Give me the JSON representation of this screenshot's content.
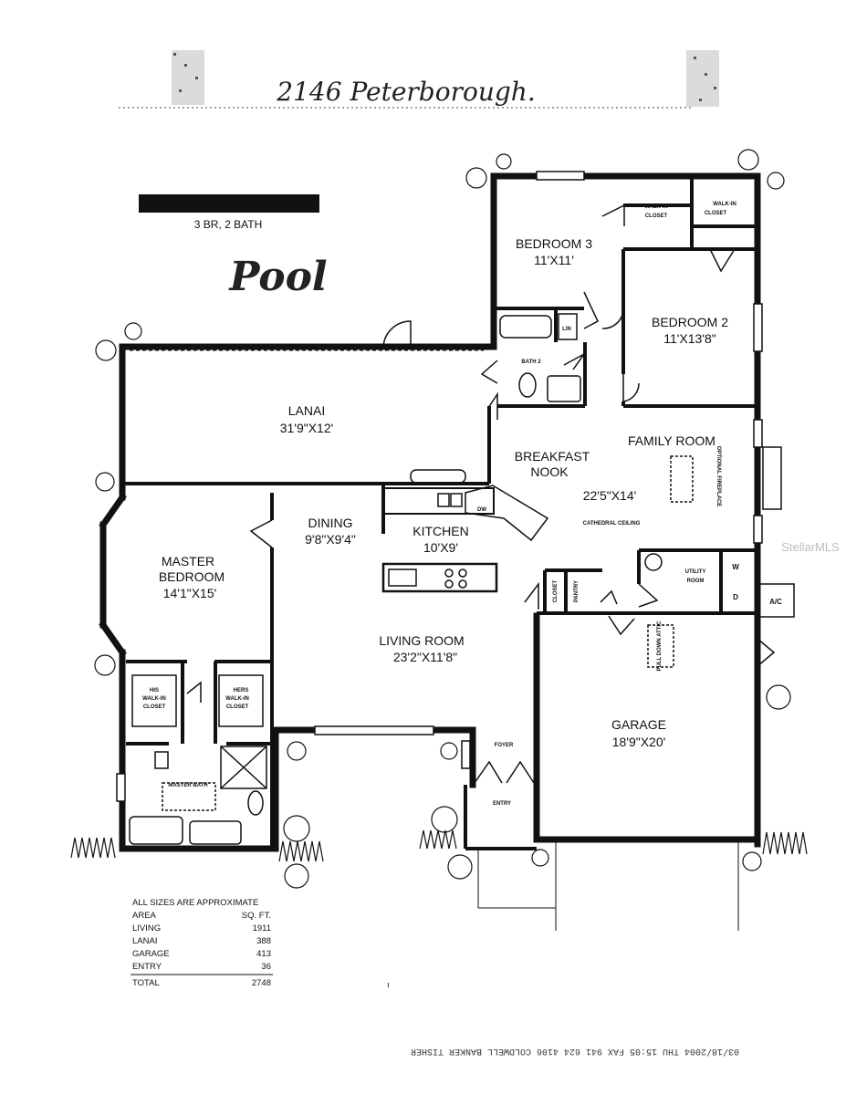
{
  "header": {
    "handwritten_address": "2146 Peterborough.",
    "handwritten_note": "Pool",
    "subtitle": "3 BR, 2 BATH",
    "watermark": "StellarMLS"
  },
  "rooms": {
    "bedroom3": {
      "name": "BEDROOM 3",
      "dims": "11'X11'"
    },
    "bedroom2": {
      "name": "BEDROOM 2",
      "dims": "11'X13'8\""
    },
    "walkin_closet_1": {
      "line1": "WALK-IN",
      "line2": "CLOSET"
    },
    "walkin_closet_2": {
      "line1": "WALK-IN",
      "line2": "CLOSET"
    },
    "lin": "LIN",
    "bath2": "BATH 2",
    "lanai": {
      "name": "LANAI",
      "dims": "31'9\"X12'"
    },
    "breakfast_nook": {
      "line1": "BREAKFAST",
      "line2": "NOOK"
    },
    "family_room": {
      "name": "FAMILY ROOM",
      "dims": "22'5\"X14'"
    },
    "cathedral_ceiling": "CATHEDRAL CEILING",
    "optional_fireplace": "OPTIONAL FIREPLACE",
    "dining": {
      "name": "DINING",
      "dims": "9'8\"X9'4\""
    },
    "kitchen": {
      "name": "KITCHEN",
      "dims": "10'X9'"
    },
    "master_bedroom": {
      "line1": "MASTER",
      "line2": "BEDROOM",
      "dims": "14'1\"X15'"
    },
    "living_room": {
      "name": "LIVING ROOM",
      "dims": "23'2\"X11'8\""
    },
    "his_closet": {
      "line1": "HIS",
      "line2": "WALK-IN",
      "line3": "CLOSET"
    },
    "hers_closet": {
      "line1": "HERS",
      "line2": "WALK-IN",
      "line3": "CLOSET"
    },
    "master_bath": "MASTER BATH",
    "closet": "CLOSET",
    "pantry": "PANTRY",
    "utility_room": {
      "line1": "UTILITY",
      "line2": "ROOM"
    },
    "washer": "W",
    "dryer": "D",
    "ac": "A/C",
    "garage": {
      "name": "GARAGE",
      "dims": "18'9\"X20'"
    },
    "pull_down_attic": "PULL DOWN ATTIC",
    "foyer": "FOYER",
    "entry": "ENTRY",
    "dw": "DW"
  },
  "area_table": {
    "caption": "ALL SIZES ARE APPROXIMATE",
    "header": {
      "label": "AREA",
      "value": "SQ. FT."
    },
    "rows": [
      {
        "label": "LIVING",
        "value": "1911"
      },
      {
        "label": "LANAI",
        "value": "388"
      },
      {
        "label": "GARAGE",
        "value": "413"
      },
      {
        "label": "ENTRY",
        "value": "36"
      }
    ],
    "total": {
      "label": "TOTAL",
      "value": "2748"
    }
  },
  "fax_footer": "03/18/2004 THU 15:05  FAX 941 624 4106 COLDWELL BANKER TISHER"
}
